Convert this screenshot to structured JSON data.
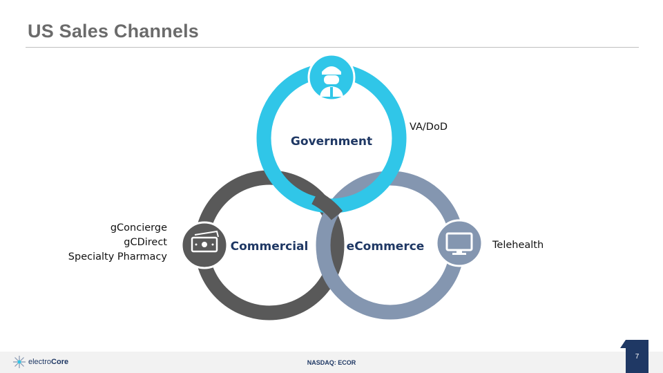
{
  "title": "US Sales Channels",
  "diagram": {
    "government": {
      "label": "Government",
      "side": "VA/DoD",
      "color": "#30c6e8",
      "icon": "soldier-icon"
    },
    "commercial": {
      "label": "Commercial",
      "side_lines": [
        "gConcierge",
        "gCDirect",
        "Specialty Pharmacy"
      ],
      "color": "#595959",
      "icon": "money-icon"
    },
    "ecommerce": {
      "label": "eCommerce",
      "side": "Telehealth",
      "color": "#8496b0",
      "icon": "monitor-icon"
    }
  },
  "footer": {
    "ticker": "NASDAQ: ECOR",
    "logo_prefix": "electro",
    "logo_brand": "Core",
    "page_number": "7"
  }
}
